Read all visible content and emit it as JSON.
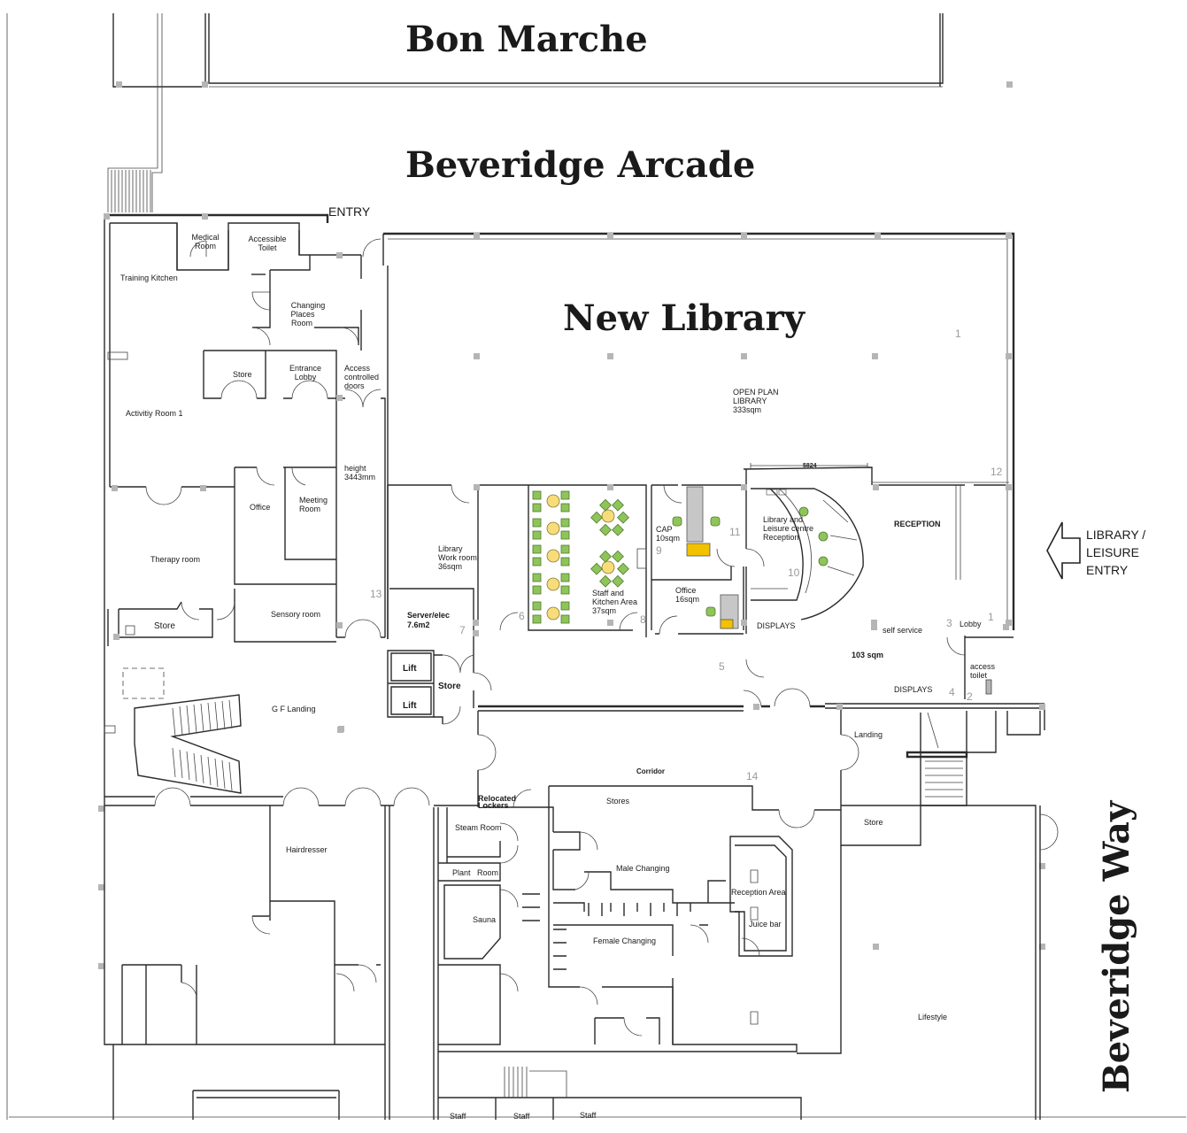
{
  "streets": {
    "bon_marche": "Bon Marche",
    "beveridge_arcade": "Beveridge Arcade",
    "beveridge_way": "Beveridge Way"
  },
  "title": "New Library",
  "entry": "ENTRY",
  "library_entry": [
    "LIBRARY /",
    "LEISURE",
    "ENTRY"
  ],
  "rooms": {
    "medical_room": [
      "Medical",
      "Room"
    ],
    "accessible_toilet": [
      "Accessible",
      "Toilet"
    ],
    "training_kitchen": "Training Kitchen",
    "changing_places": [
      "Changing",
      "Places",
      "Room"
    ],
    "store_1": "Store",
    "entrance_lobby": [
      "Entrance",
      "Lobby"
    ],
    "access_doors": [
      "Access",
      "controlled",
      "doors"
    ],
    "activity_room": "Activitiy Room 1",
    "height": [
      "height",
      "3443mm"
    ],
    "open_plan": [
      "OPEN PLAN",
      "LIBRARY",
      "333sqm"
    ],
    "office_1": "Office",
    "meeting_room": [
      "Meeting",
      "Room"
    ],
    "therapy_room": "Therapy room",
    "sensory_room": "Sensory room",
    "store_2": "Store",
    "library_work": [
      "Library",
      "Work room",
      "36sqm"
    ],
    "server": [
      "Server/elec",
      "7.6m2"
    ],
    "staff_kitchen": [
      "Staff and",
      "Kitchen Area",
      "37sqm"
    ],
    "cap": [
      "CAP",
      "10sqm"
    ],
    "office_2": [
      "Office",
      "16sqm"
    ],
    "leisure_reception": [
      "Library and",
      "Leisure centre",
      "Reception"
    ],
    "dim_5824": "5824",
    "reception": "RECEPTION",
    "displays_1": "DISPLAYS",
    "self_service": "self service",
    "sqm_103": "103 sqm",
    "displays_2": "DISPLAYS",
    "lobby": "Lobby",
    "access_toilet": [
      "access",
      "toilet"
    ],
    "lift_1": "Lift",
    "lift_2": "Lift",
    "store_3": "Store",
    "gf_landing": "G F Landing",
    "landing": "Landing",
    "corridor": "Corridor",
    "relocated_lockers": [
      "Relocated",
      "Lockers"
    ],
    "stores": "Stores",
    "store_4": "Store",
    "hairdresser": "Hairdresser",
    "steam_room": "Steam Room",
    "plant_room": "Plant   Room",
    "sauna": "Sauna",
    "male_changing": "Male Changing",
    "female_changing": "Female Changing",
    "reception_area": "Reception Area",
    "juice_bar": "Juice bar",
    "lifestyle": "Lifestyle",
    "staff_1": "Staff",
    "staff_2": "Staff",
    "staff_3": "Staff"
  },
  "numbers": [
    "1",
    "12",
    "11",
    "9",
    "10",
    "13",
    "6",
    "7",
    "8",
    "5",
    "14",
    "3",
    "1",
    "4",
    "2"
  ],
  "colors": {
    "walls": "#2a2a2a",
    "chairs": "#8fc45a",
    "tables": "#f7dc7a",
    "desk": "#f2c200",
    "markers": "#b5b5b5"
  }
}
